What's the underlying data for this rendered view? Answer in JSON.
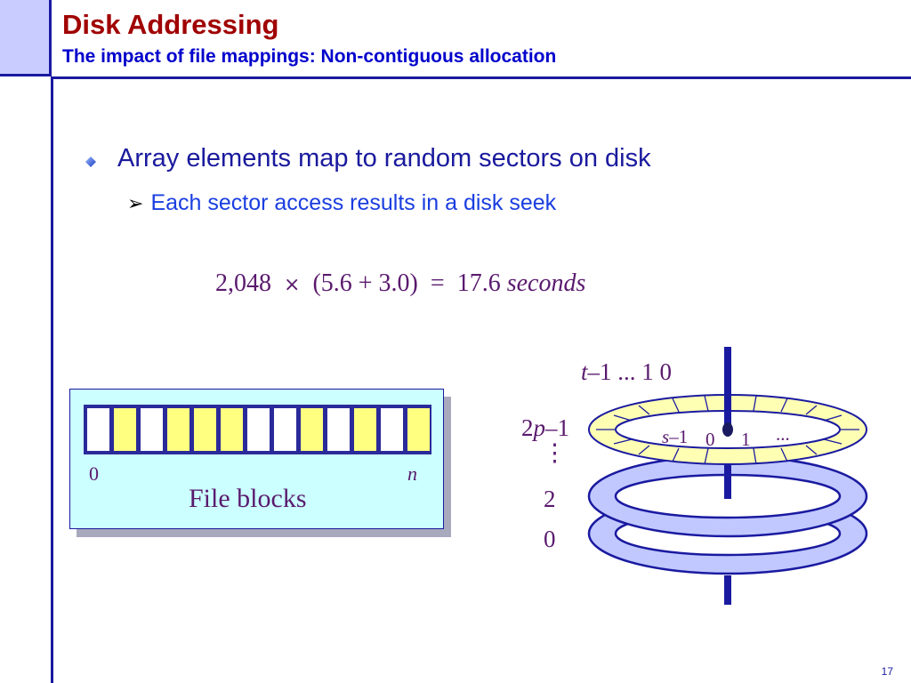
{
  "slide": {
    "title": "Disk Addressing",
    "subtitle": "The impact of file mappings: Non-contiguous allocation",
    "bullet_main": "Array elements map to random sectors on disk",
    "bullet_sub": "Each sector access results in a disk seek",
    "page_number": "17"
  },
  "equation": {
    "a": "2,048",
    "op": "×",
    "b": "(5.6 + 3.0)",
    "eq": "=",
    "result": "17.6",
    "unit": "seconds"
  },
  "file_blocks": {
    "label": "File blocks",
    "start": "0",
    "end": "n",
    "highlight": [
      false,
      true,
      false,
      true,
      true,
      true,
      false,
      false,
      true,
      false,
      true,
      false,
      true
    ],
    "colors": {
      "white": "#ffffff",
      "yellow": "#ffff80"
    }
  },
  "disk": {
    "track_top_var": "t",
    "track_top_rest": "–1  ...  1  0",
    "surface_top_a": "2",
    "surface_top_var": "p",
    "surface_top_rest": "–1",
    "ellipsis_vertical": "⋮",
    "surface_mid": "2",
    "surface_bottom": "0",
    "sector_var": "s",
    "sector_rest": "–1",
    "sector_0": "0",
    "sector_1": "1",
    "sector_more": "...",
    "colors": {
      "platter_top": "#ffffb4",
      "platter": "#c0c8ff",
      "outline": "#1a1aa0"
    }
  }
}
